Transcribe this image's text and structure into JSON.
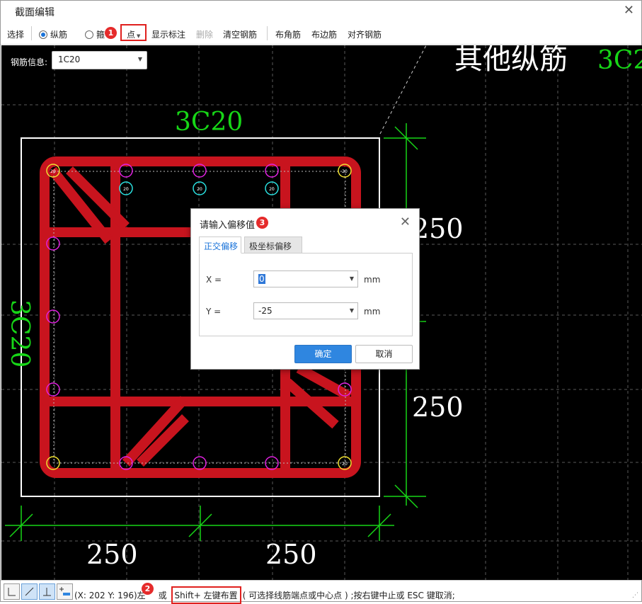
{
  "window": {
    "title": "截面编辑",
    "close_icon": "close-icon"
  },
  "toolbar": {
    "select": "选择",
    "longitudinal": "纵筋",
    "stirrup": "箍",
    "point": "点",
    "show_dims": "显示标注",
    "delete": "删除",
    "clear": "清空钢筋",
    "corner": "布角筋",
    "edge": "布边筋",
    "align": "对齐钢筋"
  },
  "badges": {
    "one": "1",
    "two": "2",
    "three": "3"
  },
  "rebar_info": {
    "label": "钢筋信息:",
    "value": "1C20"
  },
  "drawing": {
    "top_label": "3C20",
    "left_label": "3C20",
    "other_label": "其他纵筋",
    "other_value": "3C2",
    "dim_right_top": "250",
    "dim_right_bottom": "250",
    "dim_bottom_left": "250",
    "dim_bottom_right": "250",
    "bar_mark": "20"
  },
  "dialog": {
    "title": "请输入偏移值",
    "tab_orth": "正交偏移",
    "tab_polar": "极坐标偏移",
    "x_label": "X =",
    "x_value": "0",
    "y_label": "Y =",
    "y_value": "-25",
    "unit": "mm",
    "ok": "确定",
    "cancel": "取消"
  },
  "status": {
    "text_a": "(X: 202 Y: 196)左",
    "text_b": "或",
    "shift_hint": "Shift+ 左键布置",
    "text_c": "( 可选择线筋端点或中心点 ) ;按右键中止或 ESC 键取消;"
  },
  "colors": {
    "rebar": "#c8141e",
    "dim": "#17d617",
    "accent": "#2f86e0"
  }
}
